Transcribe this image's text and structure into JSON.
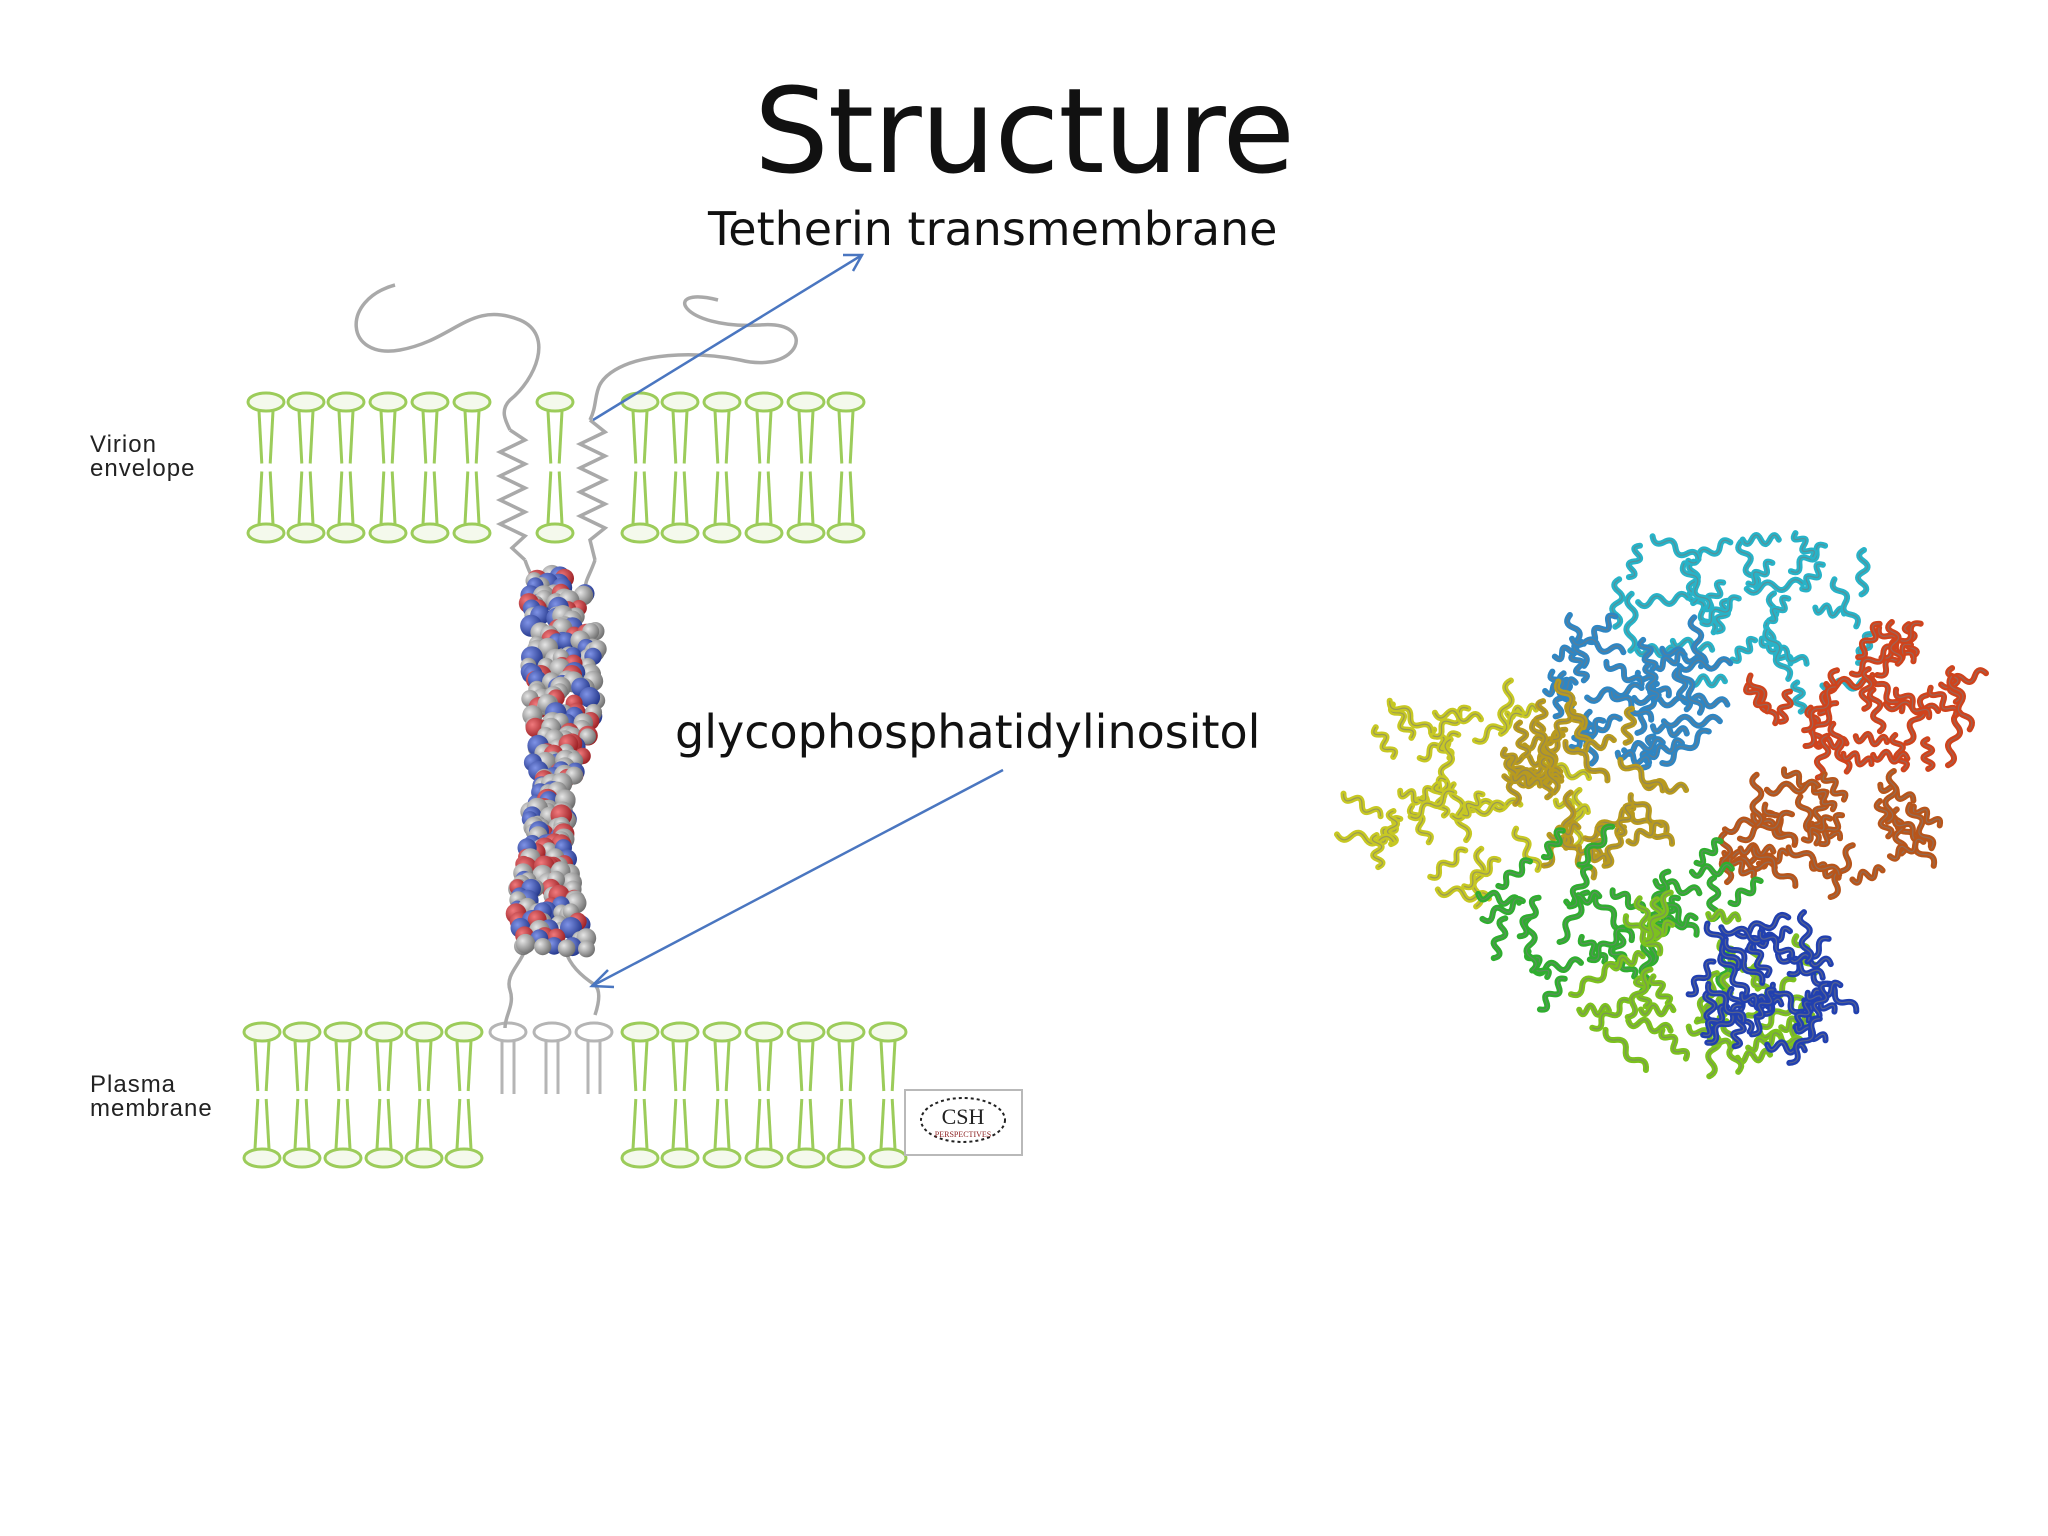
{
  "slide": {
    "title": "Structure",
    "labels": {
      "tetherin": "Tetherin transmembrane",
      "gpi": "glycophosphatidylinositol"
    },
    "diagram": {
      "virion_label_line1": "Virion",
      "virion_label_line2": "envelope",
      "plasma_label_line1": "Plasma",
      "plasma_label_line2": "membrane",
      "logo_text": "CSH",
      "logo_subtext": "PERSPECTIVES"
    },
    "colors": {
      "membrane": "#9ccc5a",
      "arrow": "#4a76c0",
      "protein_red": "#d2373c",
      "protein_blue": "#3a56b8",
      "protein_gray": "#9a9a9a"
    }
  }
}
